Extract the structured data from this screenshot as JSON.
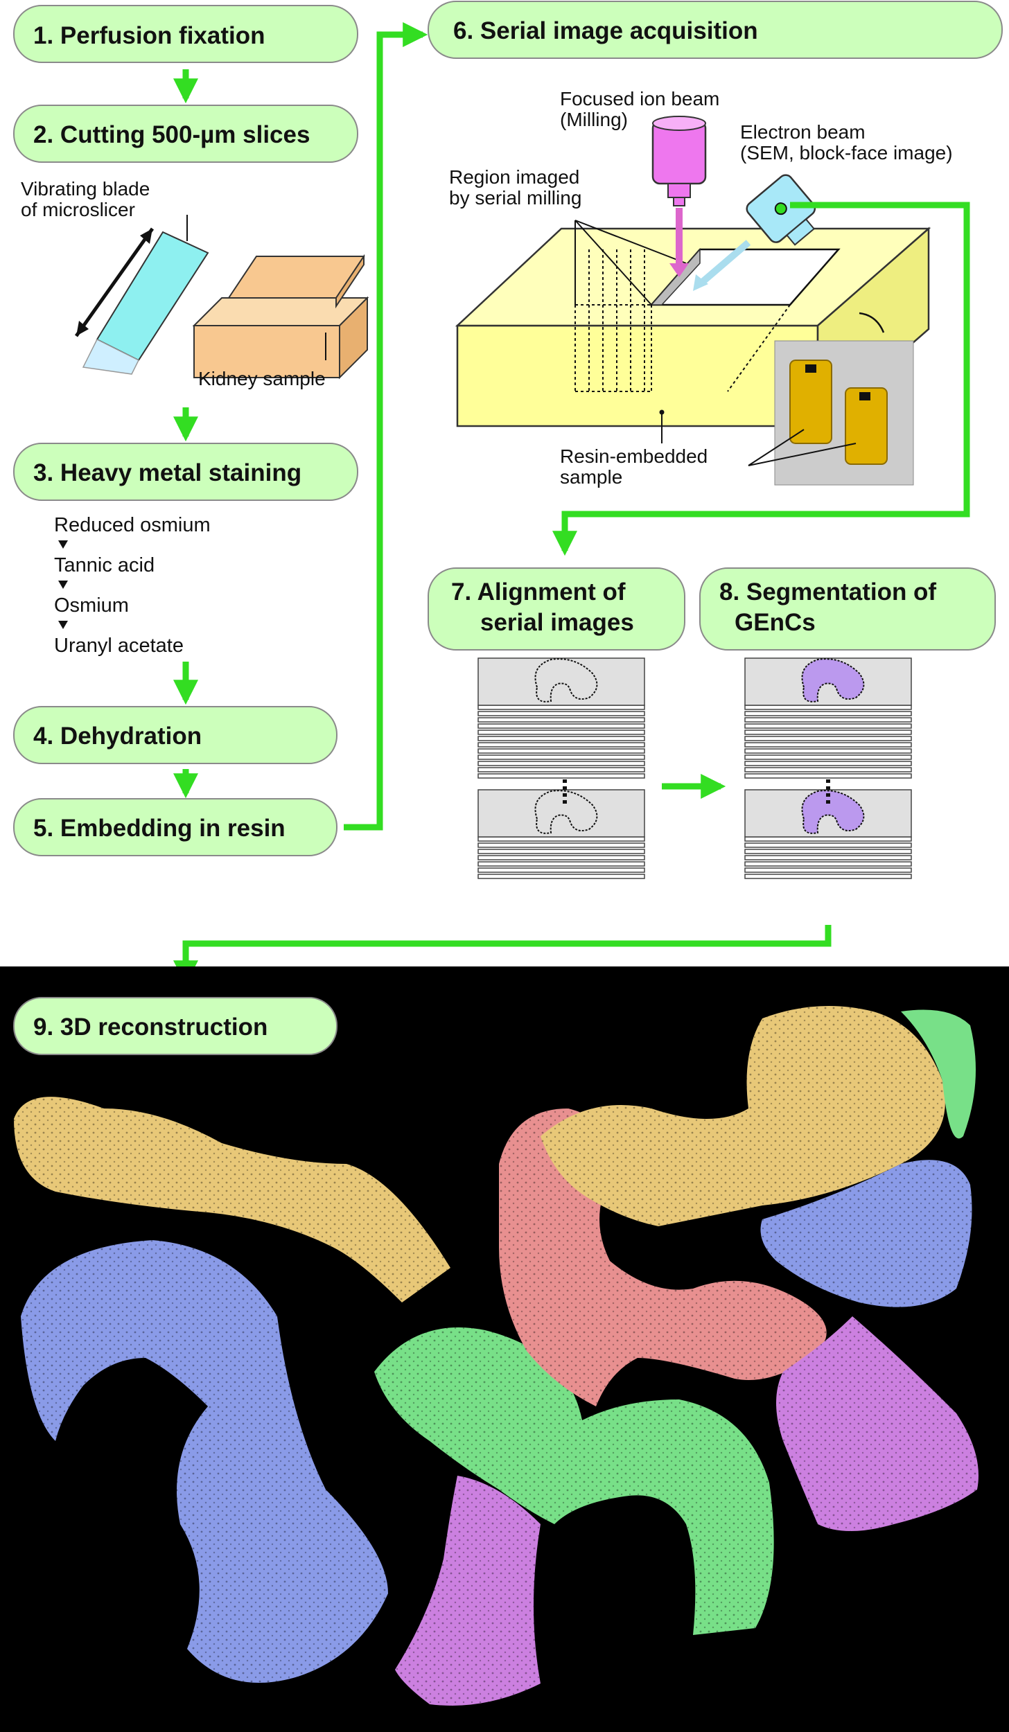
{
  "steps": [
    {
      "id": "step1",
      "lines": [
        "1. Perfusion fixation"
      ]
    },
    {
      "id": "step2",
      "lines": [
        "2. Cutting 500-µm slices"
      ]
    },
    {
      "id": "step3",
      "lines": [
        "3. Heavy metal staining"
      ]
    },
    {
      "id": "step4",
      "lines": [
        "4. Dehydration"
      ]
    },
    {
      "id": "step5",
      "lines": [
        "5. Embedding in resin"
      ]
    },
    {
      "id": "step6",
      "lines": [
        "6. Serial image acquisition"
      ]
    },
    {
      "id": "step7",
      "lines": [
        "7. Alignment of",
        "serial images"
      ]
    },
    {
      "id": "step8",
      "lines": [
        "8. Segmentation of",
        "GEnCs"
      ]
    },
    {
      "id": "step9",
      "lines": [
        "9. 3D reconstruction"
      ]
    }
  ],
  "slicer": {
    "blade_label": [
      "Vibrating blade",
      "of microslicer"
    ],
    "kidney_label": "Kidney sample"
  },
  "staining": {
    "sequence": [
      "Reduced osmium",
      "Tannic acid",
      "Osmium",
      "Uranyl acetate"
    ]
  },
  "acquisition": {
    "fib_label": [
      "Focused ion beam",
      "(Milling)"
    ],
    "ebeam_label": [
      "Electron beam",
      "(SEM, block-face image)"
    ],
    "region_label": [
      "Region imaged",
      "by serial milling"
    ],
    "resin_label": [
      "Resin-embedded",
      "sample"
    ]
  },
  "colors": {
    "box_fill": "#ccffbb",
    "box_stroke": "#8a8a8a",
    "arrow": "#33dd22",
    "resin_block": "#ffff99",
    "kidney": "#f8c890",
    "blade": "#8ef0f0",
    "fib": "#ee77ee",
    "segment": "#bb99ee",
    "recon_blue": "#8a9be8",
    "recon_yellow": "#e8c878",
    "recon_green": "#78e088",
    "recon_purple": "#cc80e0",
    "recon_red": "#e89090",
    "background_dark": "#000000"
  }
}
